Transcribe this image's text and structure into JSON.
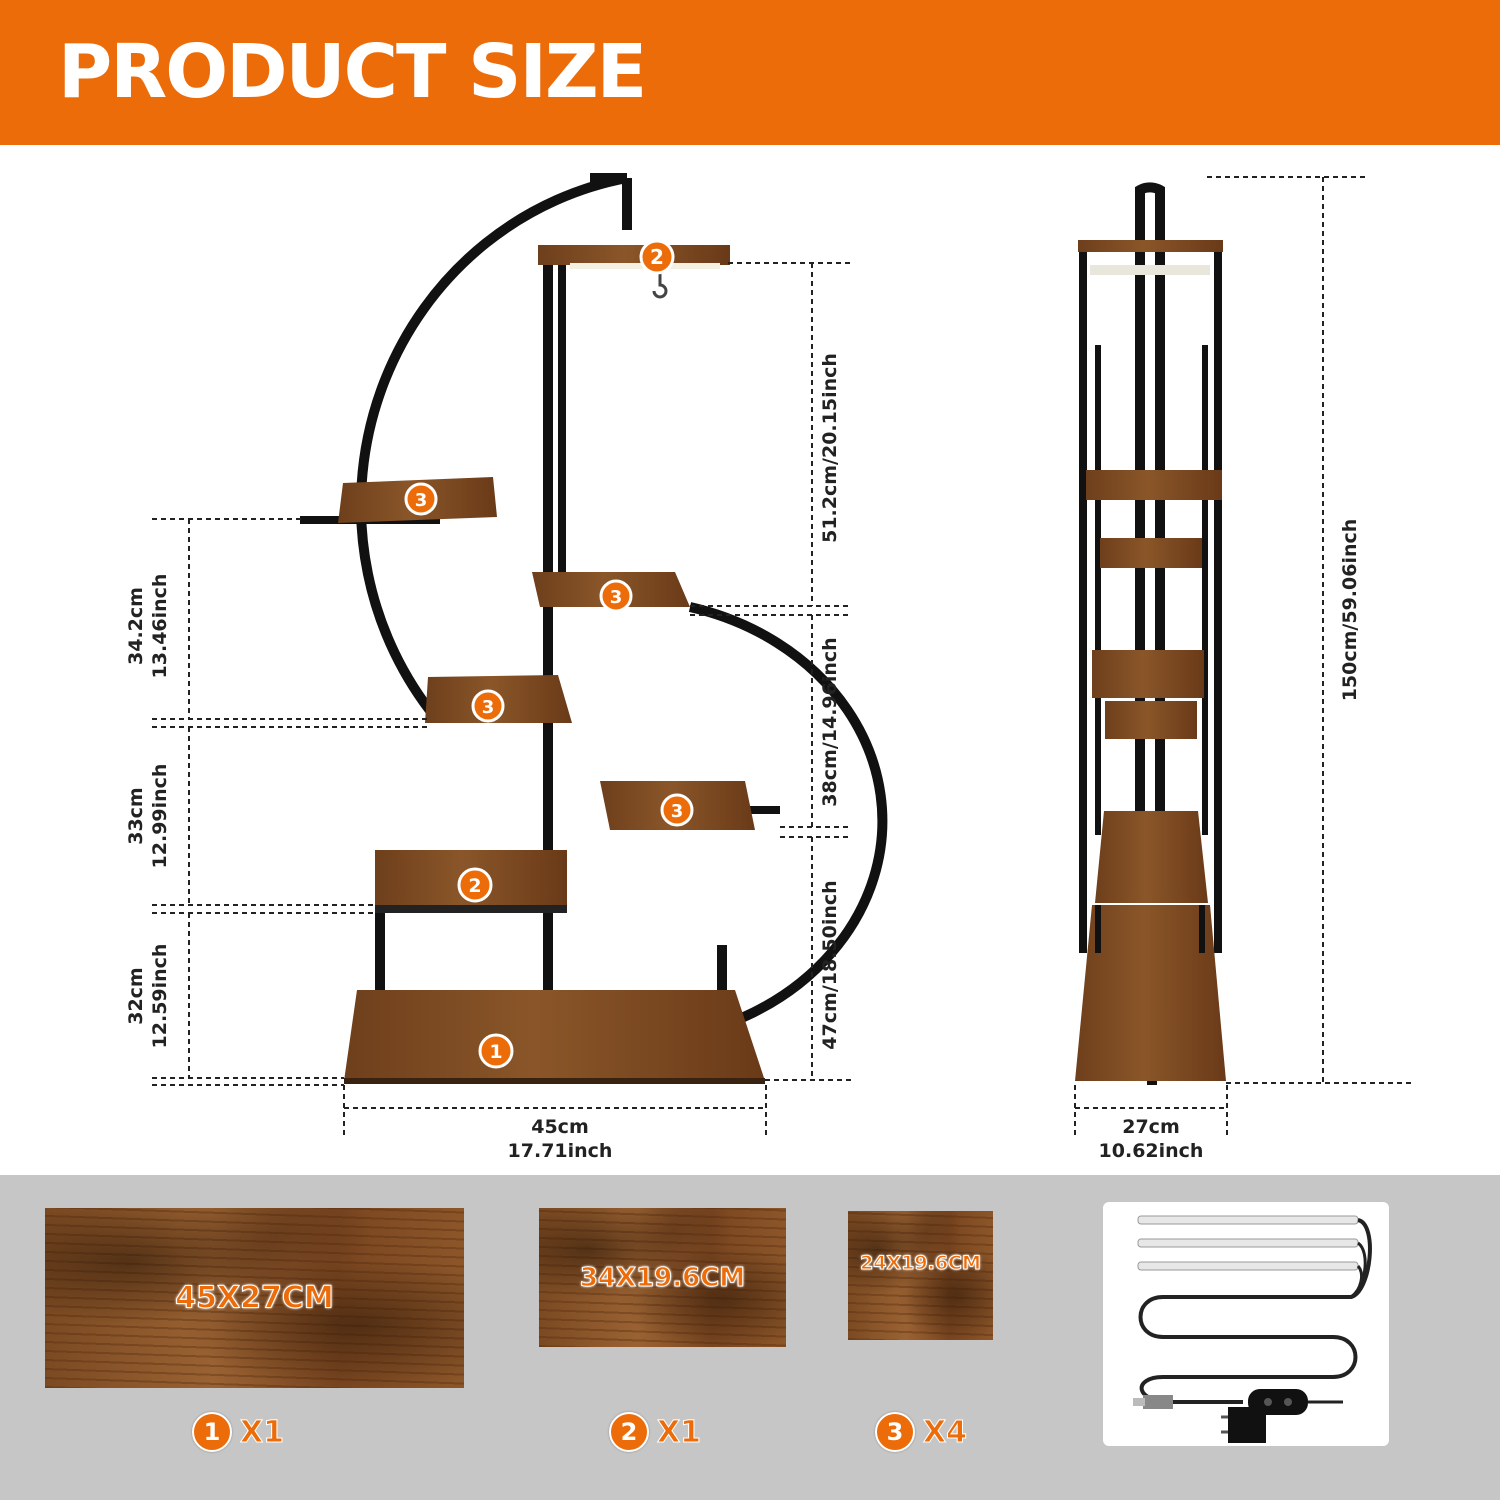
{
  "header": {
    "title": "PRODUCT SIZE"
  },
  "front_view": {
    "top_height": "51.2cm/20.15inch",
    "middle_height": "38cm/14.96inch",
    "lower_height": "47cm/18.50inch",
    "left_upper": [
      "34.2cm",
      "13.46inch"
    ],
    "left_middle": [
      "33cm",
      "12.99inch"
    ],
    "left_lower": [
      "32cm",
      "12.59inch"
    ],
    "width": [
      "45cm",
      "17.71inch"
    ]
  },
  "side_view": {
    "total_height": "150cm/59.06inch",
    "depth": [
      "27cm",
      "10.62inch"
    ]
  },
  "badges": {
    "one": "1",
    "two": "2",
    "three": "3"
  },
  "parts": {
    "panel_large": "45X27CM",
    "panel_medium": "34X19.6CM",
    "panel_small": "24X19.6CM",
    "qty_large": "X1",
    "qty_medium": "X1",
    "qty_small": "X4"
  },
  "colors": {
    "accent": "#ec6c0a",
    "frame": "#111111",
    "wood": "#7b4a22",
    "parts_bg": "#c6c6c6"
  }
}
